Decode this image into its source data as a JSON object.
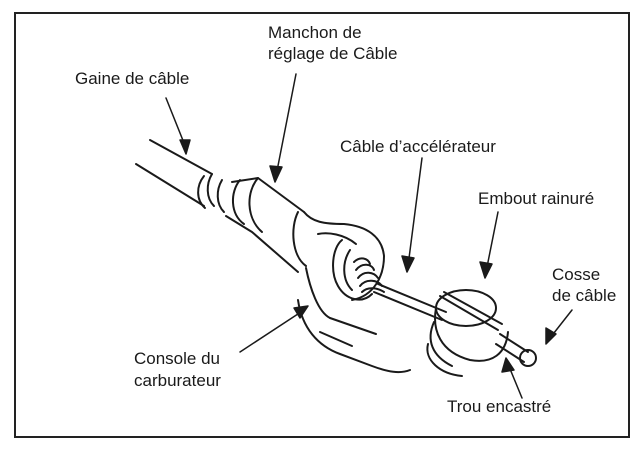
{
  "labels": {
    "gaine": "Gaine de câble",
    "manchon_line1": "Manchon de",
    "manchon_line2": "réglage de Câble",
    "cable_accel": "Câble d’accélérateur",
    "embout": "Embout rainuré",
    "cosse_line1": "Cosse",
    "cosse_line2": "de câble",
    "console_line1": "Console du",
    "console_line2": "carburateur",
    "trou": "Trou encastré"
  }
}
